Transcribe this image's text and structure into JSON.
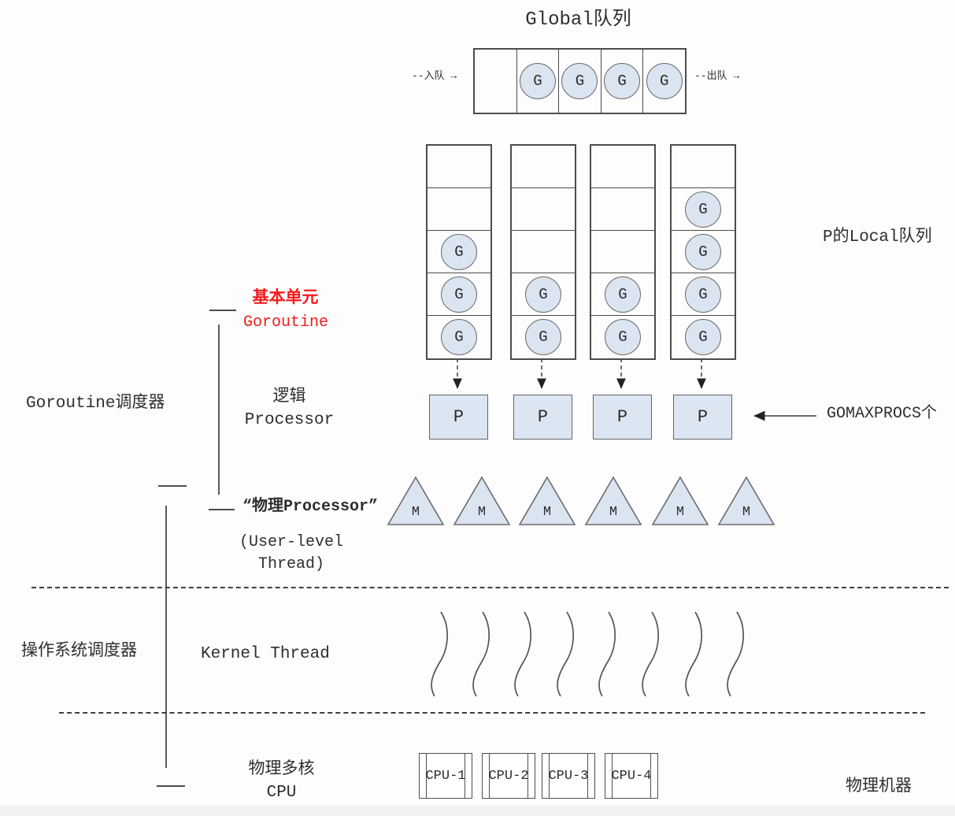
{
  "global_queue": {
    "title": "Global队列",
    "enqueue_label": "--入队 →",
    "dequeue_label": "--出队 →",
    "cells": [
      "",
      "G",
      "G",
      "G",
      "G"
    ]
  },
  "local_queues": {
    "side_label": "P的Local队列",
    "columns": [
      {
        "cells": [
          "",
          "",
          "G",
          "G",
          "G"
        ]
      },
      {
        "cells": [
          "",
          "",
          "",
          "G",
          "G"
        ]
      },
      {
        "cells": [
          "",
          "",
          "",
          "G",
          "G"
        ]
      },
      {
        "cells": [
          "",
          "G",
          "G",
          "G",
          "G"
        ]
      }
    ]
  },
  "labels": {
    "basic_unit_cn": "基本单元",
    "basic_unit_en": "Goroutine",
    "goroutine_scheduler": "Goroutine调度器",
    "logical_cn": "逻辑",
    "logical_en": "Processor",
    "gomaxprocs": "GOMAXPROCS个",
    "physical_processor": "“物理Processor”",
    "user_level_line1": "(User-level",
    "user_level_line2": "Thread)",
    "os_scheduler": "操作系统调度器",
    "kernel_thread": "Kernel Thread",
    "multicore_cn": "物理多核",
    "multicore_en": "CPU",
    "physical_machine": "物理机器"
  },
  "processors": {
    "letter": "P",
    "count": 4
  },
  "machine_threads": {
    "letter": "M",
    "count": 6
  },
  "kernel_threads": {
    "count": 8
  },
  "cpus": [
    "CPU-1",
    "CPU-2",
    "CPU-3",
    "CPU-4"
  ],
  "colors": {
    "node_fill": "#dbe4f1",
    "node_border": "#6d6d6d",
    "accent_red": "#f41b1c",
    "line": "#3f3f3f"
  }
}
